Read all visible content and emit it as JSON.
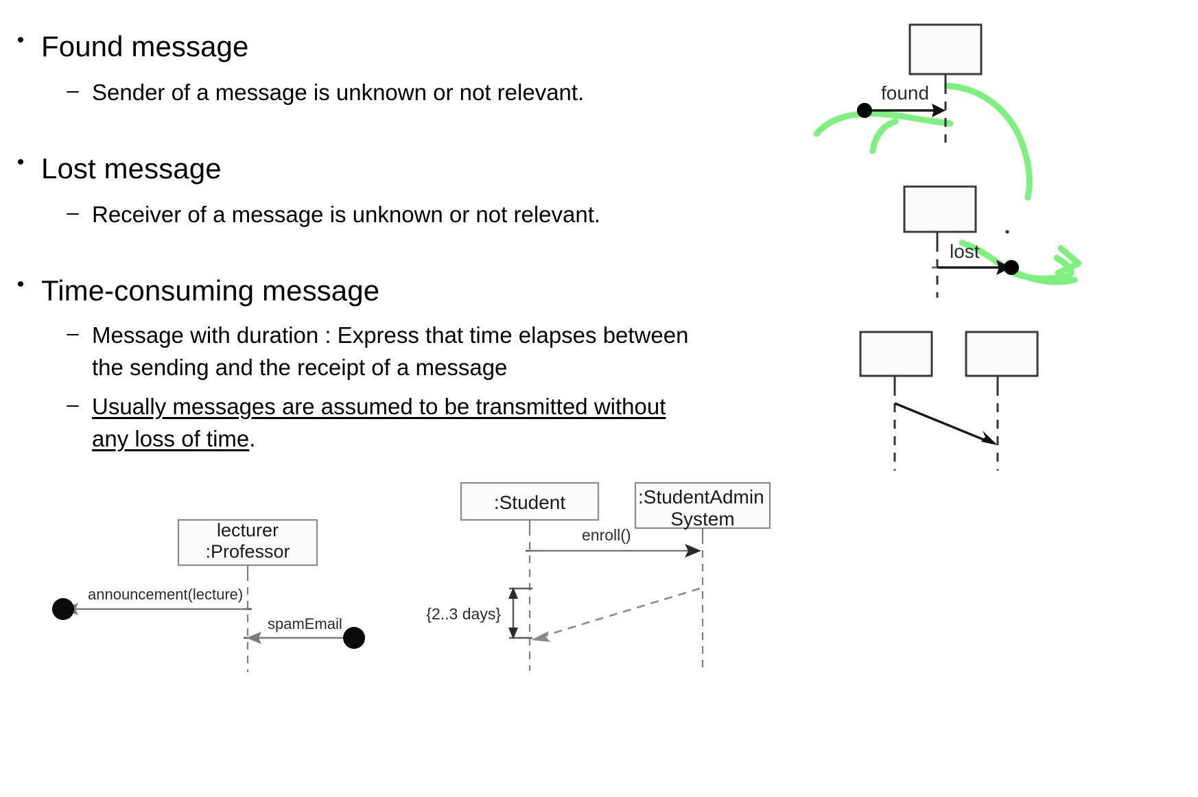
{
  "slide": {
    "bullets": [
      {
        "title": "Found message",
        "subs": [
          {
            "text": "Sender of a message is unknown or not relevant.",
            "underline": false
          }
        ]
      },
      {
        "title": "Lost message",
        "subs": [
          {
            "text": "Receiver of a message is unknown or not relevant.",
            "underline": false
          }
        ]
      },
      {
        "title": "Time-consuming message",
        "subs": [
          {
            "text": "Message with duration : Express that time elapses between the sending and the receipt of a message",
            "underline": false
          },
          {
            "text": "Usually messages are assumed to be transmitted without any loss of time",
            "underline": true,
            "tail": "."
          }
        ]
      }
    ],
    "bullet_marker": "•",
    "sub_marker": "–"
  },
  "diagram_found": {
    "name": "found-message-notation",
    "message_label": "found",
    "has_origin_dot": true,
    "annotation_color": "#7ef07e"
  },
  "diagram_lost": {
    "name": "lost-message-notation",
    "message_label": "lost",
    "has_end_dot": true,
    "annotation_color": "#7ef07e"
  },
  "diagram_duration": {
    "name": "time-consuming-message-notation",
    "message_label": ""
  },
  "diagram_lecturer": {
    "name": "lecturer-sequence-diagram",
    "object_box": {
      "line1": "lecturer",
      "line2": ":Professor"
    },
    "messages": [
      {
        "label": "announcement(lecture)",
        "kind": "lost",
        "direction": "left"
      },
      {
        "label": "spamEmail",
        "kind": "found",
        "direction": "left"
      }
    ]
  },
  "diagram_student": {
    "name": "student-enrollment-sequence-diagram",
    "lifelines": [
      {
        "label": "Student",
        "display": ":Student"
      },
      {
        "label": "StudentAdminSystem",
        "line1": ":StudentAdmin",
        "line2": "System"
      }
    ],
    "messages": [
      {
        "label": "enroll()",
        "kind": "synchronous",
        "direction": "right"
      },
      {
        "label": "",
        "kind": "reply",
        "direction": "left"
      }
    ],
    "duration_constraint": "{2..3 days}"
  }
}
